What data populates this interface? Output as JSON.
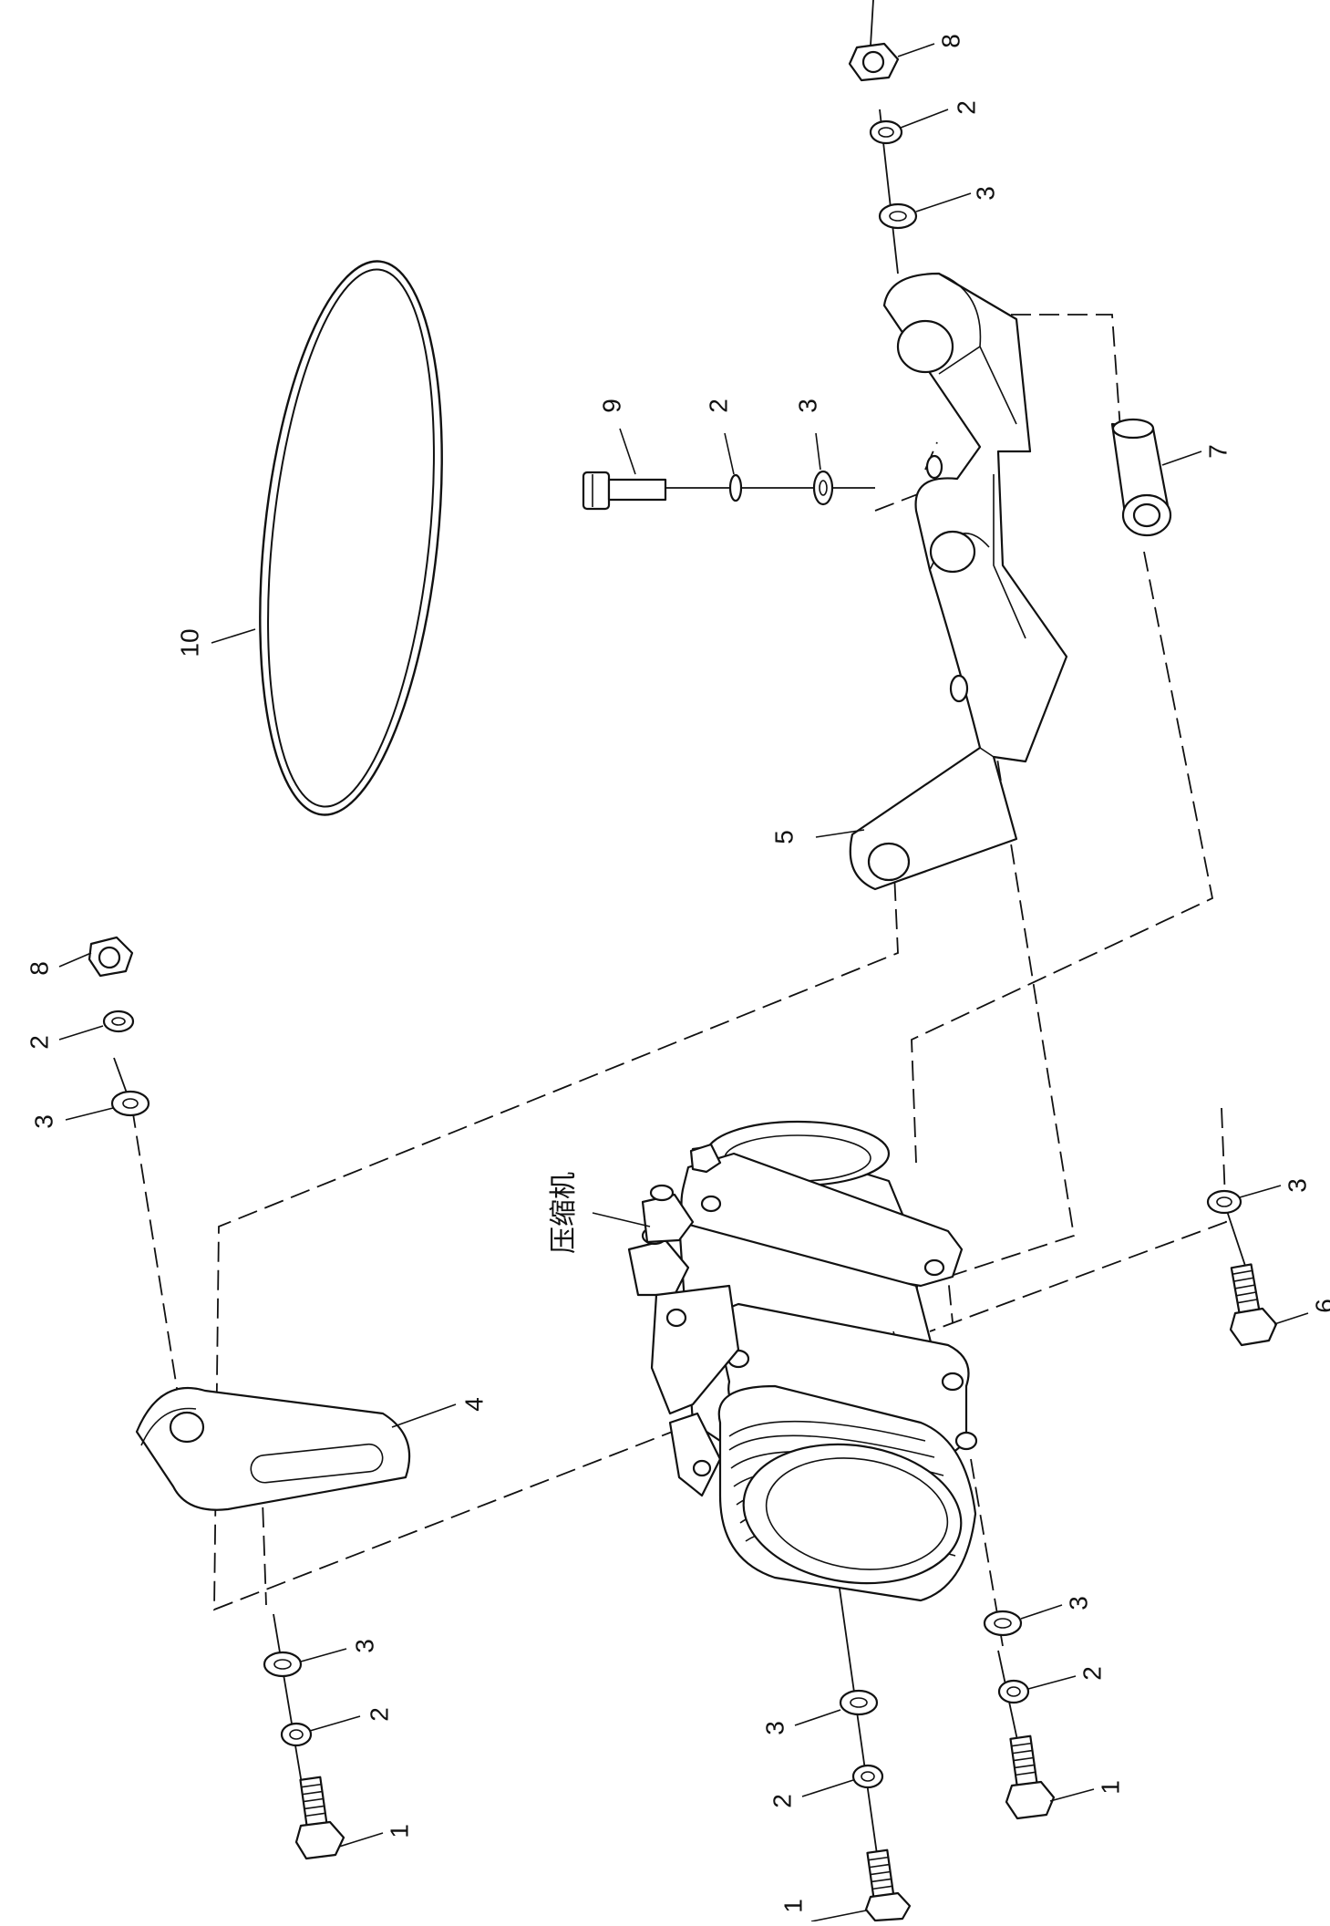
{
  "drawing": {
    "component_label": "压缩机",
    "callouts": [
      {
        "id": "c8a",
        "text": "8"
      },
      {
        "id": "c2a",
        "text": "2"
      },
      {
        "id": "c3a",
        "text": "3"
      },
      {
        "id": "c9",
        "text": "9"
      },
      {
        "id": "c2b",
        "text": "2"
      },
      {
        "id": "c3b",
        "text": "3"
      },
      {
        "id": "c7",
        "text": "7"
      },
      {
        "id": "c10",
        "text": "10"
      },
      {
        "id": "c5",
        "text": "5"
      },
      {
        "id": "c8b",
        "text": "8"
      },
      {
        "id": "c2c",
        "text": "2"
      },
      {
        "id": "c3c",
        "text": "3"
      },
      {
        "id": "c4",
        "text": "4"
      },
      {
        "id": "c3d",
        "text": "3"
      },
      {
        "id": "c6",
        "text": "6"
      },
      {
        "id": "c3e",
        "text": "3"
      },
      {
        "id": "c2d",
        "text": "2"
      },
      {
        "id": "c1a",
        "text": "1"
      },
      {
        "id": "c3f",
        "text": "3"
      },
      {
        "id": "c2e",
        "text": "2"
      },
      {
        "id": "c1b",
        "text": "1"
      },
      {
        "id": "c3g",
        "text": "3"
      },
      {
        "id": "c2f",
        "text": "2"
      },
      {
        "id": "c1c",
        "text": "1"
      }
    ]
  }
}
